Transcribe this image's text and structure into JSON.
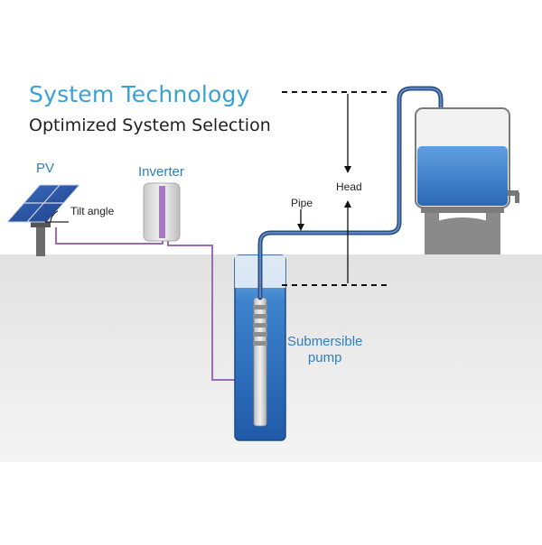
{
  "title": "System Technology",
  "subtitle": "Optimized System Selection",
  "labels": {
    "pv": "PV",
    "inverter": "Inverter",
    "tilt_angle": "Tilt angle",
    "pipe": "Pipe",
    "head": "Head",
    "pump_line1": "Submersible",
    "pump_line2": "pump"
  },
  "colors": {
    "title": "#3aa0d8",
    "label_blue": "#2f7fc0",
    "water": "#2e6fbf",
    "pipe": "#2a4f86",
    "cable": "#9b6ab8",
    "ground": "#e6e6e6"
  }
}
